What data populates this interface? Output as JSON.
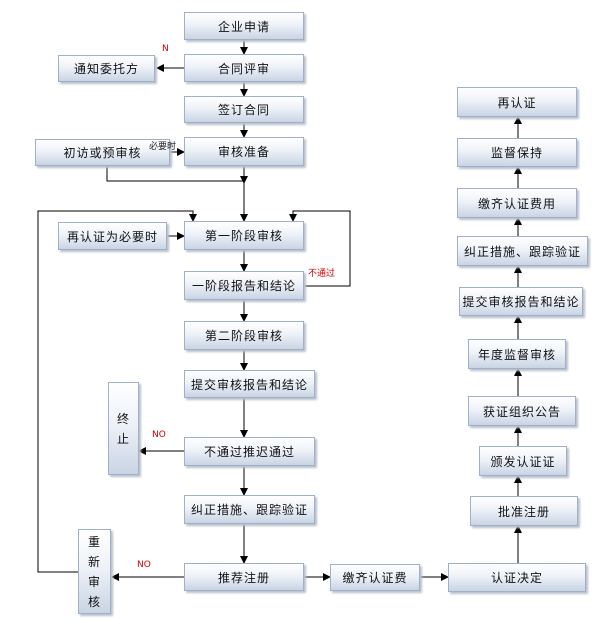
{
  "nodes": {
    "qiye_shenqing": "企业申请",
    "hetong_pingshen": "合同评审",
    "tongzhi_weituofang": "通知委托方",
    "qianding_hetong": "签订合同",
    "chufang": "初访或预审核",
    "shenhe_zhunbei": "审核准备",
    "zairenzheng_biyao": "再认证为必要时",
    "diyi_jieduan": "第一阶段审核",
    "yi_jieduan_baogao": "一阶段报告和结论",
    "dier_jieduan": "第二阶段审核",
    "tijiao_baogao": "提交审核报告和结论",
    "zhongzhi": [
      "终",
      "止"
    ],
    "butongguo_tuichi": "不通过推迟通过",
    "jiuzheng_left": "纠正措施、跟踪验证",
    "chongxin_shenhe": [
      "重",
      "新",
      "审",
      "核"
    ],
    "tuijian_zhuce": "推荐注册",
    "jiaoqi_renzhengfei": "缴齐认证费",
    "renzheng_jueding": "认证决定",
    "pizhun_zhuce": "批准注册",
    "banfa_zhengshu": "颁发认证证",
    "huozheng_gonggao": "获证组织公告",
    "niandu_jiandu": "年度监督审核",
    "tijiao_baogao_right": "提交审核报告和结论",
    "jiuzheng_right": "纠正措施、跟踪验证",
    "jiaoqi_feiyong": "缴齐认证费用",
    "jiandu_baochi": "监督保持",
    "zai_renzheng": "再认证"
  },
  "labels": {
    "n": "N",
    "biyao_shi": "必要时",
    "butongguo": "不通过",
    "no_zhongzhi": "NO",
    "no_chongxin": "NO"
  },
  "colors": {
    "arrow": "#000000",
    "label_red": "#d00000",
    "box_border": "#9fb0c8"
  }
}
